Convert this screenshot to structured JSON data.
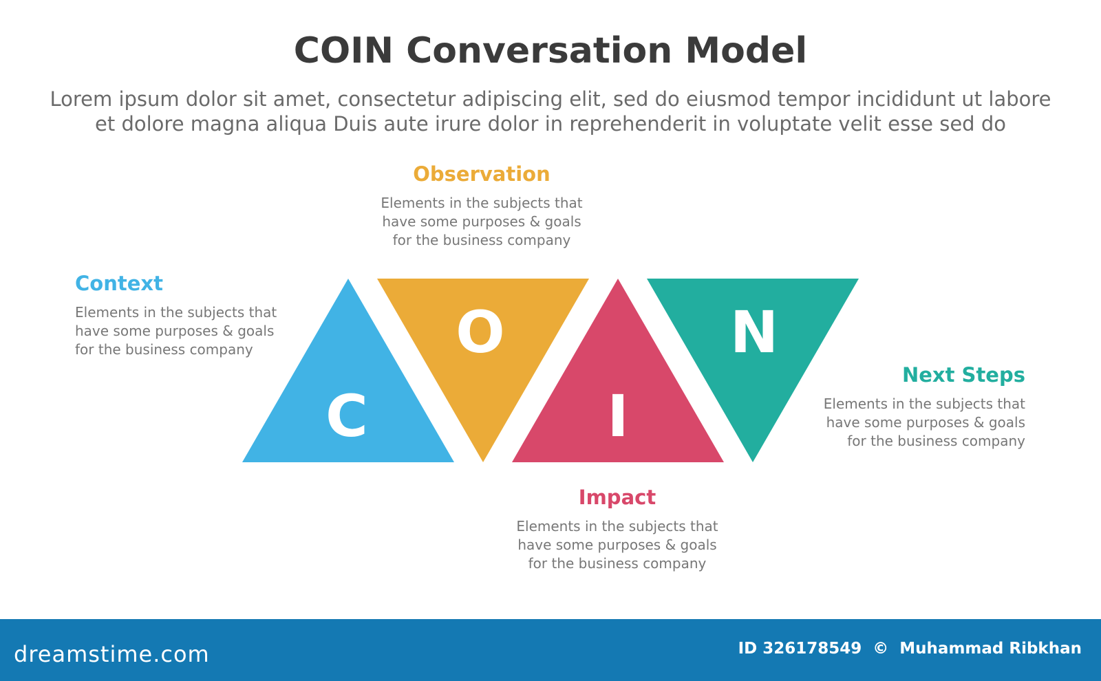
{
  "title": "COIN Conversation Model",
  "subtitle_lines": [
    "Lorem ipsum dolor sit amet, consectetur adipiscing elit, sed do eiusmod tempor incididunt ut labore",
    "et dolore magna aliqua Duis aute irure dolor in reprehenderit in voluptate velit esse sed do"
  ],
  "steps": [
    {
      "letter": "C",
      "heading": "Context",
      "color": "#41b3e5",
      "desc": [
        "Elements in the subjects that",
        "have  some purposes & goals",
        "for the  business company"
      ]
    },
    {
      "letter": "O",
      "heading": "Observation",
      "color": "#ebab38",
      "desc": [
        "Elements in the subjects that",
        "have  some purposes & goals",
        "for the  business company"
      ]
    },
    {
      "letter": "I",
      "heading": "Impact",
      "color": "#d8486a",
      "desc": [
        "Elements in the subjects that",
        "have  some purposes & goals",
        "for the  business company"
      ]
    },
    {
      "letter": "N",
      "heading": "Next Steps",
      "color": "#22ae9f",
      "desc": [
        "Elements in the subjects that",
        "have  some purposes & goals",
        "for the  business company"
      ]
    }
  ],
  "footer": {
    "logo": "dreamstime.com",
    "id_label": "ID 326178549",
    "copyright": "©",
    "author": "Muhammad Ribkhan",
    "color": "#1479b3"
  }
}
